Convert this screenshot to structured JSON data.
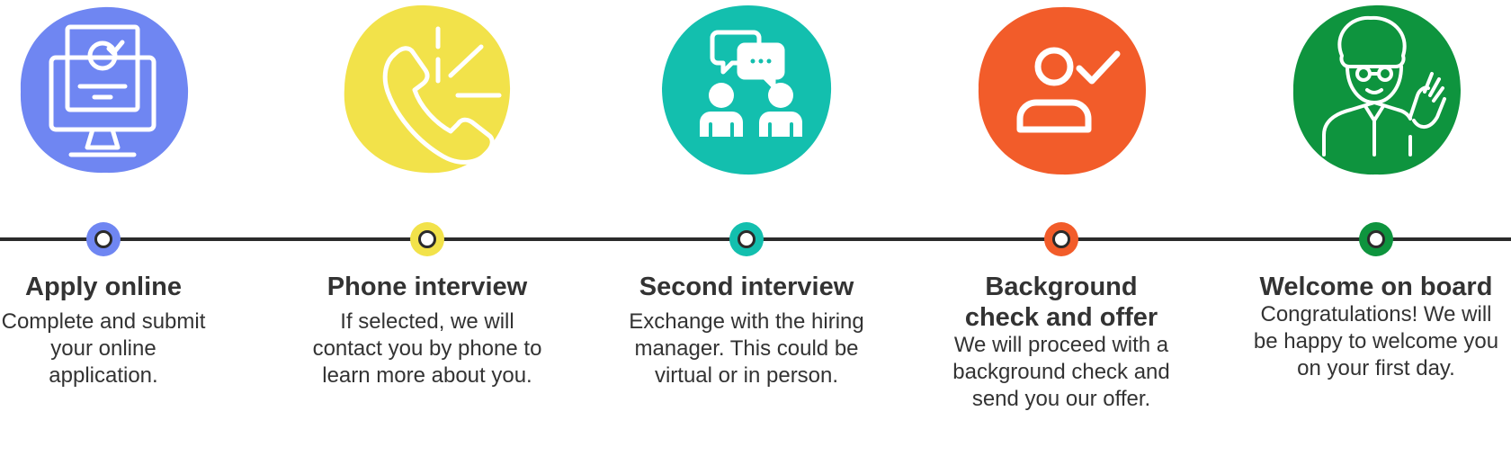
{
  "colors": {
    "line": "#2b2b2b",
    "text": "#333333"
  },
  "steps": [
    {
      "title": "Apply online",
      "description_lines": [
        "Complete and submit",
        "your online",
        "application."
      ],
      "color": "#6f86f2",
      "icon": "computer-monitor-icon"
    },
    {
      "title": "Phone interview",
      "description_lines": [
        "If selected, we will",
        "contact you by phone to",
        "learn more about you."
      ],
      "color": "#f2e24a",
      "icon": "phone-ringing-icon"
    },
    {
      "title": "Second interview",
      "description_lines": [
        "Exchange with the hiring",
        "manager. This could be",
        "virtual or in person."
      ],
      "color": "#13bfae",
      "icon": "people-chat-icon"
    },
    {
      "title_lines": [
        "Background",
        "check and offer"
      ],
      "description_lines": [
        "We will proceed with a",
        "background check and",
        "send you our offer."
      ],
      "color": "#f25c2a",
      "icon": "user-check-icon"
    },
    {
      "title": "Welcome on board",
      "description_lines": [
        "Congratulations! We will",
        "be happy to welcome you",
        "on your first day."
      ],
      "color": "#0e943e",
      "icon": "waving-person-icon"
    }
  ]
}
